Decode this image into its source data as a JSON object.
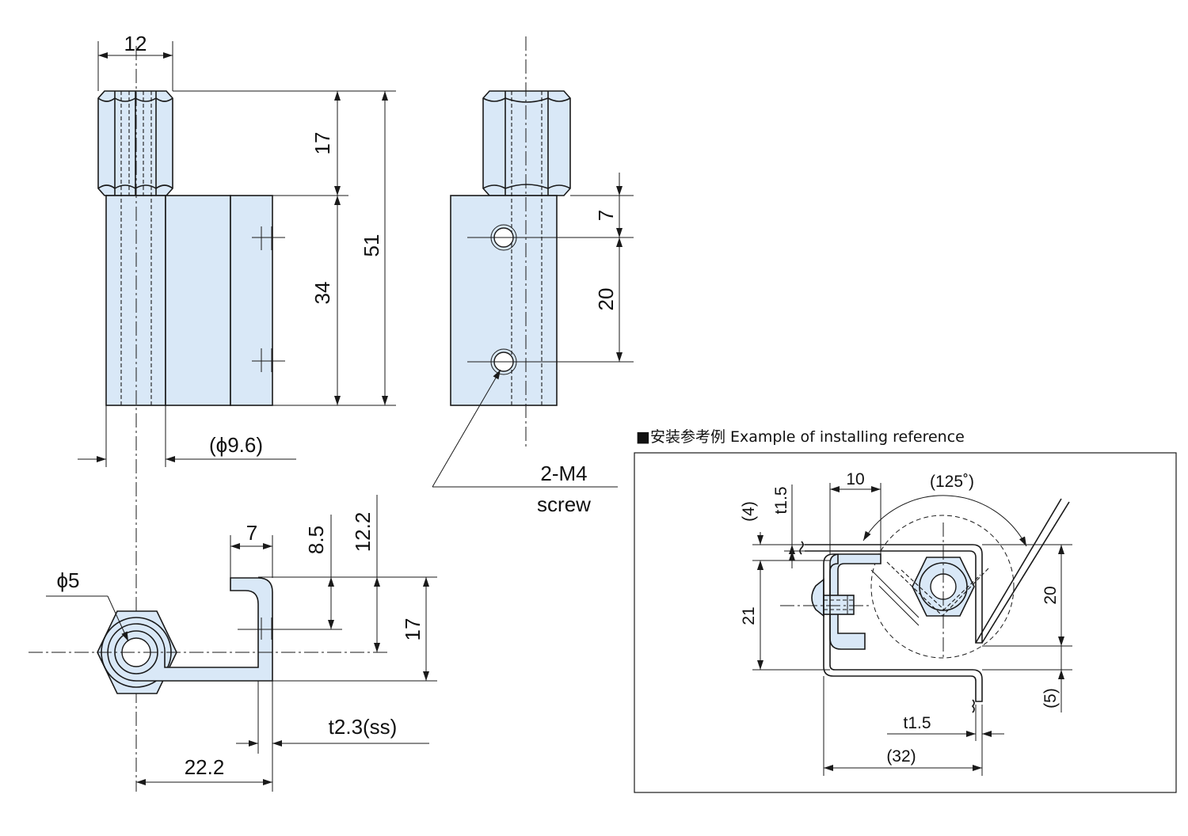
{
  "front_view": {
    "dim_hex_width": "12",
    "dim_hex_height": "17",
    "dim_body_height": "34",
    "dim_total_height": "51",
    "dim_bore_dia": "(ϕ9.6)"
  },
  "side_view": {
    "dim_top_hole": "7",
    "dim_hole_pitch": "20",
    "screw_spec": "2-M4",
    "screw_label": "screw"
  },
  "plan_view": {
    "dim_pin_dia": "ϕ5",
    "dim_flange_width": "7",
    "dim_hole_height": "8.5",
    "dim_center_height": "12.2",
    "dim_leaf_height": "17",
    "dim_thickness": "t2.3(ss)",
    "dim_offset": "22.2"
  },
  "install_example": {
    "title": "■安装参考例 Example of installing reference",
    "dim_upper_thickness": "t1.5",
    "dim_upper_gap": "(4)",
    "dim_flange": "10",
    "dim_angle": "(125˚)",
    "dim_left_height": "21",
    "dim_right_height": "20",
    "dim_lower_gap": "(5)",
    "dim_lower_thickness": "t1.5",
    "dim_width": "(32)"
  },
  "colors": {
    "part_fill": "#d9e8f7",
    "line": "#1a1a1a",
    "background": "#ffffff"
  }
}
